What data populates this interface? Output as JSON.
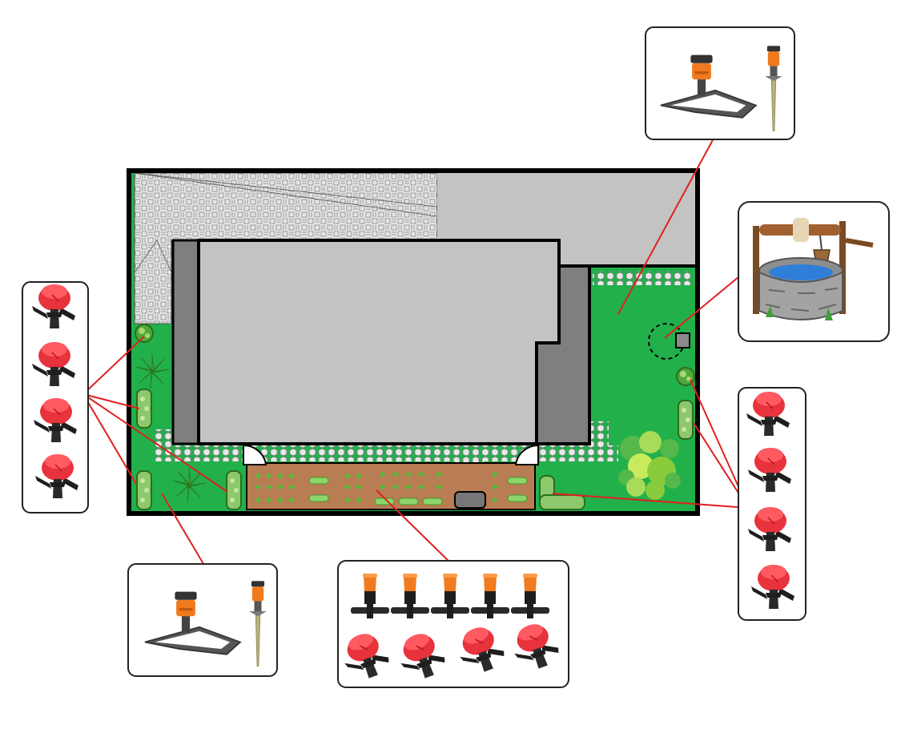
{
  "figure": {
    "kind": "garden-irrigation-plan",
    "colors": {
      "lawn": "#22b04b",
      "house_roof": "#c3c3c3",
      "house_shade": "#7f7f7f",
      "paving": "#d9d9d9",
      "outline": "#000000",
      "leader": "#e02020",
      "soil": "#b87d52",
      "dripper_red": "#e8323c",
      "dripper_orange": "#f07a1e",
      "dripper_black": "#1e1e1e",
      "sprinkler_grey": "#6b6b6b",
      "water": "#2f7fd8",
      "stone": "#8e8e8e",
      "wood": "#7a4a22"
    },
    "callouts": [
      {
        "id": "top-right",
        "item": "sprinkler-set",
        "icons": [
          "impulse-sprinkler-icon",
          "spike-sprinkler-icon"
        ]
      },
      {
        "id": "well",
        "item": "water-well",
        "icons": [
          "well-icon"
        ]
      },
      {
        "id": "left",
        "item": "red-drippers",
        "count": 4,
        "icons": [
          "red-dripper-icon"
        ]
      },
      {
        "id": "right",
        "item": "red-drippers",
        "count": 4,
        "icons": [
          "red-dripper-icon"
        ]
      },
      {
        "id": "bottom-left",
        "item": "sprinkler-set",
        "icons": [
          "impulse-sprinkler-icon",
          "spike-sprinkler-icon"
        ]
      },
      {
        "id": "bottom-center",
        "item": "micro-drippers",
        "orange_count": 5,
        "red_count": 4,
        "icons": [
          "orange-micro-dripper-icon",
          "red-dripper-icon"
        ]
      }
    ]
  }
}
